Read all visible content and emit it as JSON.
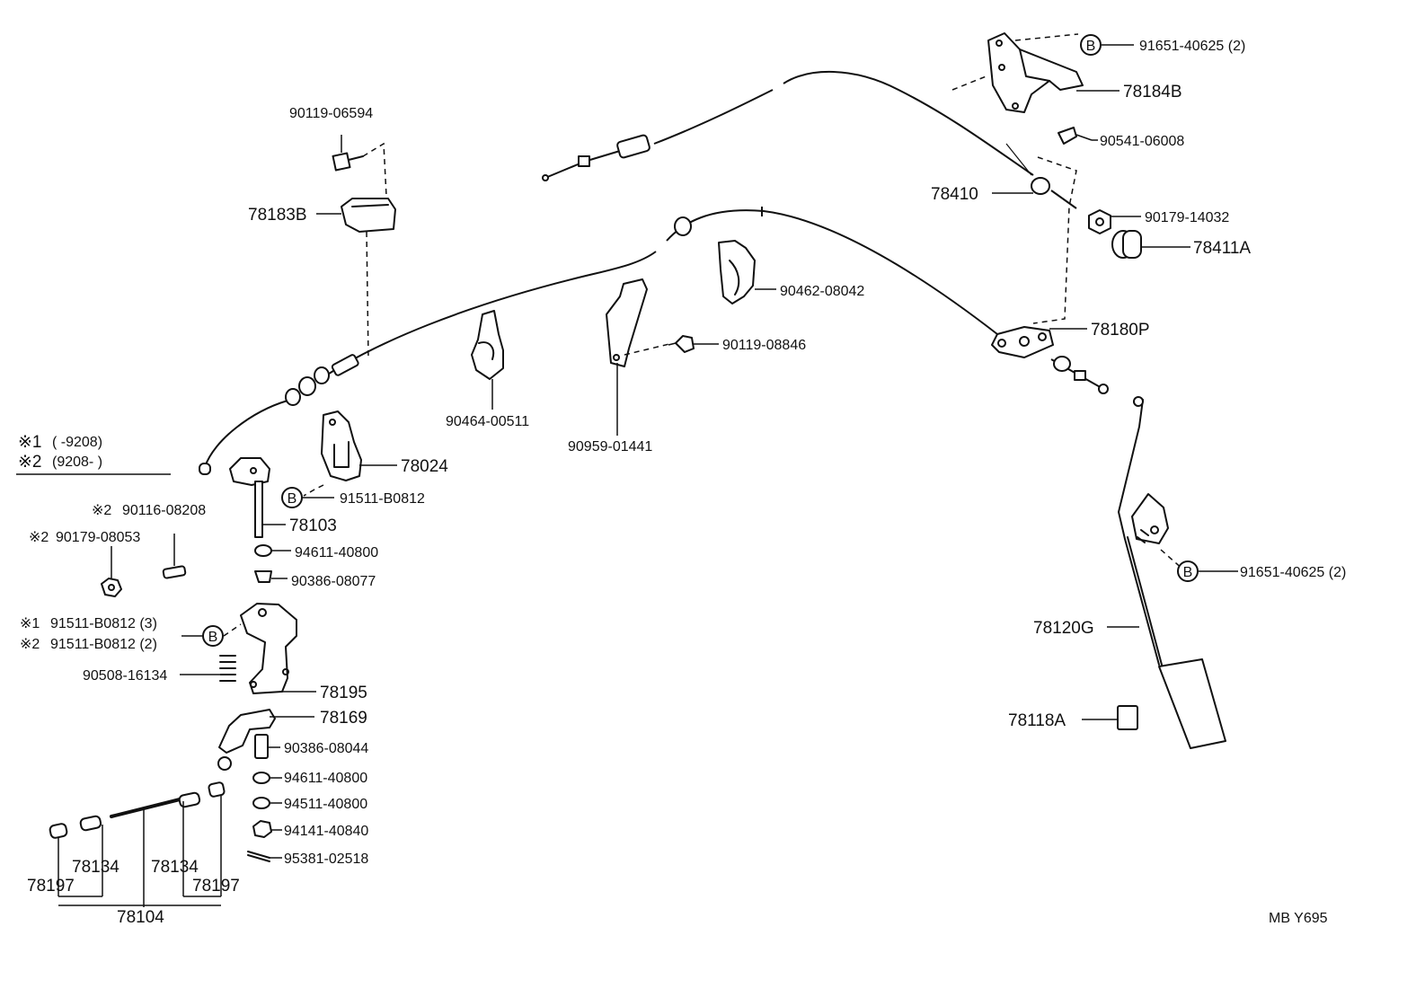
{
  "labels": {
    "p90119_06594": "90119-06594",
    "p78183b": "78183B",
    "p78184b": "78184B",
    "p91651_40625_top": "91651-40625 (2)",
    "p90541_06008": "90541-06008",
    "p78410": "78410",
    "p90179_14032": "90179-14032",
    "p78411a": "78411A",
    "p90462_08042": "90462-08042",
    "p78180p": "78180P",
    "p90119_08846": "90119-08846",
    "p90464_00511": "90464-00511",
    "p90959_01441": "90959-01441",
    "p78024": "78024",
    "p91511_b0812": "91511-B0812",
    "p78103": "78103",
    "p90116_08208": "90116-08208",
    "p90179_08053": "90179-08053",
    "p94611_40800_a": "94611-40800",
    "p90386_08077": "90386-08077",
    "p91511_b0812_3": "91511-B0812 (3)",
    "p91511_b0812_2": "91511-B0812 (2)",
    "p90508_16134": "90508-16134",
    "p78195": "78195",
    "p78169": "78169",
    "p90386_08044": "90386-08044",
    "p94611_40800_b": "94611-40800",
    "p94511_40800": "94511-40800",
    "p94141_40840": "94141-40840",
    "p95381_02518": "95381-02518",
    "p78134_a": "78134",
    "p78134_b": "78134",
    "p78197_a": "78197",
    "p78197_b": "78197",
    "p78104": "78104",
    "p91651_40625_right": "91651-40625 (2)",
    "p78120g": "78120G",
    "p78118a": "78118A"
  },
  "notes": {
    "mark1": "※1",
    "mark2": "※2",
    "range1": "(      -9208)",
    "range2": "(9208-        )",
    "note_90116": "※2",
    "note_90179": "※2",
    "note_b1": "※1",
    "note_b2": "※2"
  },
  "bolt_marks": {
    "b1": "B",
    "b2": "B",
    "b3": "B",
    "b4": "B"
  },
  "footer": {
    "code": "MB  Y695"
  }
}
